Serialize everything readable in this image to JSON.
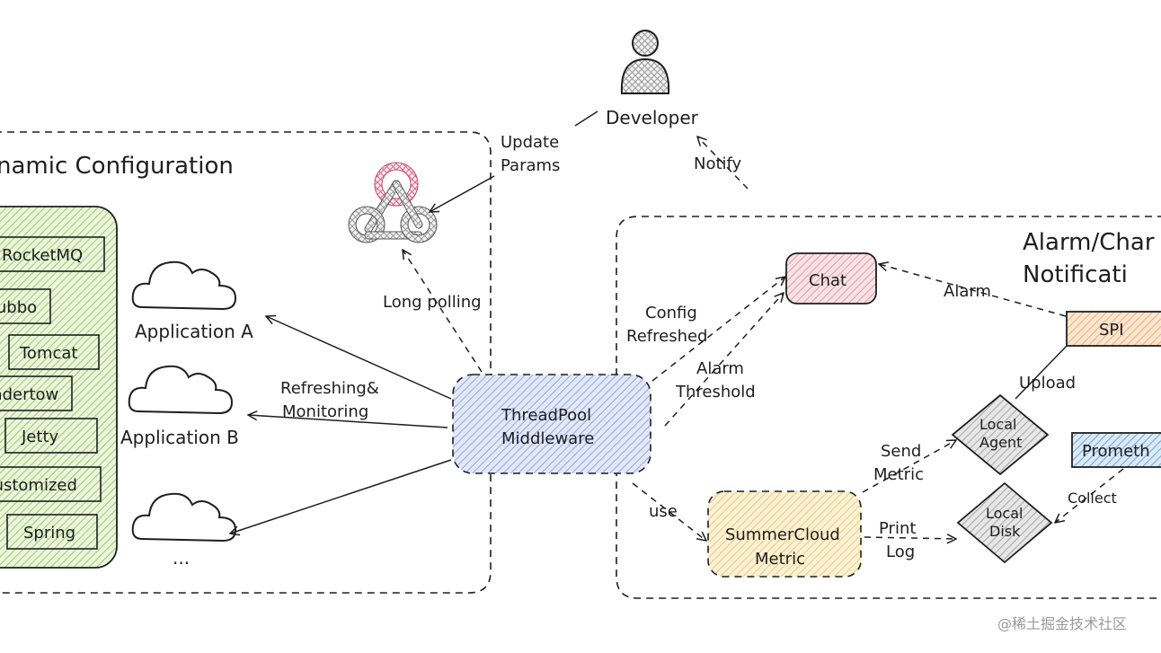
{
  "left_group": {
    "title": "namic Configuration",
    "frameworks": [
      "RocketMQ",
      "Dubbo",
      "Tomcat",
      "Undertow",
      "Jetty",
      "Customized",
      "Spring"
    ]
  },
  "applications": [
    "Application A",
    "Application B",
    "..."
  ],
  "developer": {
    "label": "Developer"
  },
  "middleware": {
    "line1": "ThreadPool",
    "line2": "Middleware"
  },
  "right_group": {
    "title_line1": "Alarm/Char",
    "title_line2": "Notificati"
  },
  "nodes": {
    "chat": "Chat",
    "spi": "SPI",
    "local_agent": [
      "Local",
      "Agent"
    ],
    "local_disk": [
      "Local",
      "Disk"
    ],
    "prometheus": "Prometh",
    "summercloud": [
      "SummerCloud",
      "Metric"
    ]
  },
  "edge_labels": {
    "update_params": [
      "Update",
      "Params"
    ],
    "notify": "Notify",
    "long_polling": "Long polling",
    "refreshing": [
      "Refreshing&",
      "Monitoring"
    ],
    "config_refreshed": [
      "Config",
      "Refreshed"
    ],
    "alarm_threshold": [
      "Alarm",
      "Threshold"
    ],
    "alarm": "Alarm",
    "upload": "Upload",
    "send_metric": [
      "Send",
      "Metric"
    ],
    "collect": "Collect",
    "use": "use",
    "print_log": [
      "Print",
      "Log"
    ]
  },
  "watermark": "@稀土掘金技术社区",
  "colors": {
    "stroke": "#1e1e1e",
    "green_fill": "#b2d88a",
    "blue_fill": "#a9b8e6",
    "pink_fill": "#e8aab4",
    "orange_fill": "#f2be8a",
    "yellow_fill": "#efd58d",
    "gray_fill": "#b9b9b9",
    "prom_fill": "#7fb0e0",
    "webhook_pink": "#c94a6a"
  }
}
